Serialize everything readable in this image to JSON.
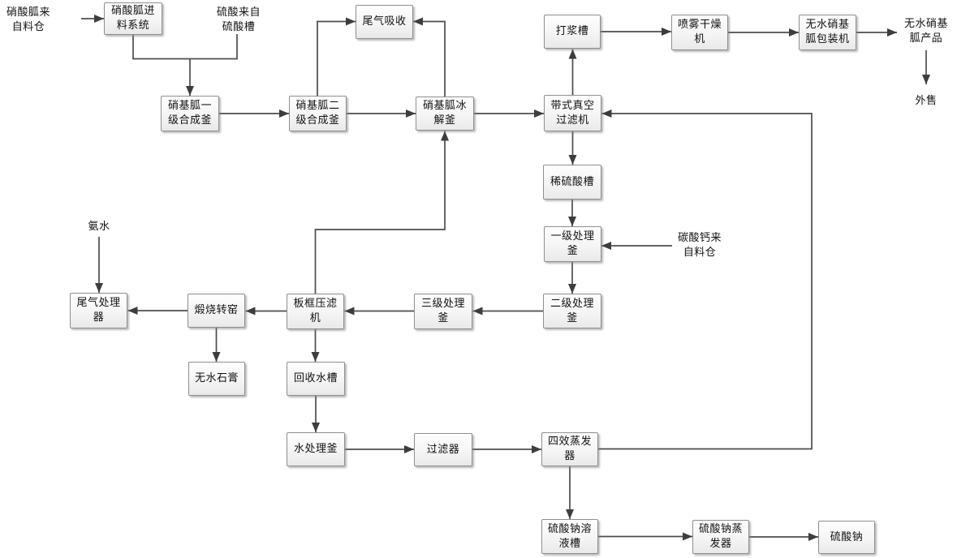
{
  "diagram": {
    "type": "process-flowchart",
    "language": "zh-CN",
    "colors": {
      "background": "#ffffff",
      "box_border": "#8f8f8f",
      "box_fill_top": "#fefefe",
      "box_fill_bottom": "#e9e9e9",
      "line": "#4d4d4d",
      "arrowhead": "#3d3d3d",
      "text": "#111111"
    },
    "nodes": {
      "guanidine_nitrate_source": {
        "label": "硝酸胍来\n自料仓",
        "kind": "text"
      },
      "feed_system": {
        "label": "硝酸胍进\n料系统",
        "kind": "box"
      },
      "sulfuric_acid_source": {
        "label": "硫酸来自\n硫酸槽",
        "kind": "text"
      },
      "tail_gas_absorber": {
        "label": "尾气吸收",
        "kind": "box"
      },
      "synthesis_kettle_1": {
        "label": "硝基胍一\n级合成釜",
        "kind": "box"
      },
      "synthesis_kettle_2": {
        "label": "硝基胍二\n级合成釜",
        "kind": "box"
      },
      "ice_hydrolysis_kettle": {
        "label": "硝基胍冰\n解釜",
        "kind": "box"
      },
      "belt_vacuum_filter": {
        "label": "带式真空\n过滤机",
        "kind": "box"
      },
      "slurry_tank": {
        "label": "打浆槽",
        "kind": "box"
      },
      "spray_dryer": {
        "label": "喷雾干燥\n机",
        "kind": "box"
      },
      "packing_machine": {
        "label": "无水硝基\n胍包装机",
        "kind": "box"
      },
      "product": {
        "label": "无水硝基\n胍产品",
        "kind": "text"
      },
      "for_sale": {
        "label": "外售",
        "kind": "text"
      },
      "dilute_sulfuric_acid_tank": {
        "label": "稀硫酸槽",
        "kind": "box"
      },
      "treatment_kettle_1": {
        "label": "一级处理\n釜",
        "kind": "box"
      },
      "calcium_carbonate_source": {
        "label": "碳酸钙来\n自料仓",
        "kind": "text"
      },
      "treatment_kettle_2": {
        "label": "二级处理\n釜",
        "kind": "box"
      },
      "treatment_kettle_3": {
        "label": "三级处理\n釜",
        "kind": "box"
      },
      "plate_frame_filter": {
        "label": "板框压滤\n机",
        "kind": "box"
      },
      "calcining_kiln": {
        "label": "煅烧转窑",
        "kind": "box"
      },
      "tail_gas_treater": {
        "label": "尾气处理\n器",
        "kind": "box"
      },
      "ammonia_source": {
        "label": "氨水",
        "kind": "text"
      },
      "anhydrous_gypsum": {
        "label": "无水石膏",
        "kind": "box"
      },
      "recovery_water_tank": {
        "label": "回收水槽",
        "kind": "box"
      },
      "water_treatment_kettle": {
        "label": "水处理釜",
        "kind": "box"
      },
      "filter": {
        "label": "过滤器",
        "kind": "box"
      },
      "quad_effect_evaporator": {
        "label": "四效蒸发\n器",
        "kind": "box"
      },
      "sodium_sulfate_solution_tank": {
        "label": "硫酸钠溶\n液槽",
        "kind": "box"
      },
      "sodium_sulfate_evaporator": {
        "label": "硫酸钠蒸\n发器",
        "kind": "box"
      },
      "sodium_sulfate": {
        "label": "硫酸钠",
        "kind": "box"
      }
    },
    "edges": [
      {
        "from": "guanidine_nitrate_source",
        "to": "feed_system"
      },
      {
        "from": "feed_system",
        "to": "synthesis_kettle_1"
      },
      {
        "from": "sulfuric_acid_source",
        "to": "synthesis_kettle_1"
      },
      {
        "from": "synthesis_kettle_1",
        "to": "synthesis_kettle_2"
      },
      {
        "from": "synthesis_kettle_2",
        "to": "tail_gas_absorber"
      },
      {
        "from": "synthesis_kettle_2",
        "to": "ice_hydrolysis_kettle"
      },
      {
        "from": "ice_hydrolysis_kettle",
        "to": "tail_gas_absorber"
      },
      {
        "from": "ice_hydrolysis_kettle",
        "to": "belt_vacuum_filter"
      },
      {
        "from": "belt_vacuum_filter",
        "to": "slurry_tank"
      },
      {
        "from": "slurry_tank",
        "to": "spray_dryer"
      },
      {
        "from": "spray_dryer",
        "to": "packing_machine"
      },
      {
        "from": "packing_machine",
        "to": "product"
      },
      {
        "from": "product",
        "to": "for_sale"
      },
      {
        "from": "belt_vacuum_filter",
        "to": "dilute_sulfuric_acid_tank"
      },
      {
        "from": "dilute_sulfuric_acid_tank",
        "to": "treatment_kettle_1"
      },
      {
        "from": "calcium_carbonate_source",
        "to": "treatment_kettle_1"
      },
      {
        "from": "treatment_kettle_1",
        "to": "treatment_kettle_2"
      },
      {
        "from": "treatment_kettle_2",
        "to": "treatment_kettle_3"
      },
      {
        "from": "treatment_kettle_3",
        "to": "plate_frame_filter"
      },
      {
        "from": "plate_frame_filter",
        "to": "calcining_kiln"
      },
      {
        "from": "calcining_kiln",
        "to": "tail_gas_treater"
      },
      {
        "from": "ammonia_source",
        "to": "tail_gas_treater"
      },
      {
        "from": "calcining_kiln",
        "to": "anhydrous_gypsum"
      },
      {
        "from": "plate_frame_filter",
        "to": "recovery_water_tank"
      },
      {
        "from": "plate_frame_filter",
        "to": "ice_hydrolysis_kettle"
      },
      {
        "from": "recovery_water_tank",
        "to": "water_treatment_kettle"
      },
      {
        "from": "water_treatment_kettle",
        "to": "filter"
      },
      {
        "from": "filter",
        "to": "quad_effect_evaporator"
      },
      {
        "from": "quad_effect_evaporator",
        "to": "belt_vacuum_filter"
      },
      {
        "from": "quad_effect_evaporator",
        "to": "sodium_sulfate_solution_tank"
      },
      {
        "from": "sodium_sulfate_solution_tank",
        "to": "sodium_sulfate_evaporator"
      },
      {
        "from": "sodium_sulfate_evaporator",
        "to": "sodium_sulfate"
      }
    ]
  }
}
